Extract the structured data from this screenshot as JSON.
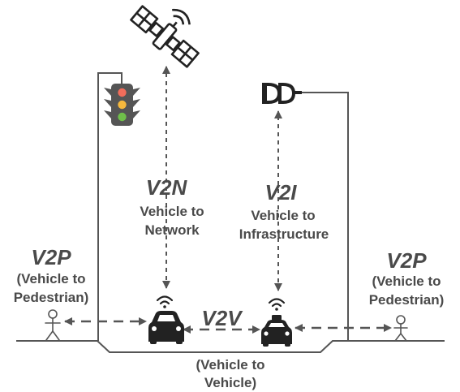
{
  "links": {
    "v2n": {
      "abbr": "V2N",
      "line1": "Vehicle to",
      "line2": "Network"
    },
    "v2i": {
      "abbr": "V2I",
      "line1": "Vehicle to",
      "line2": "Infrastructure"
    },
    "v2p_left": {
      "abbr": "V2P",
      "line1": "(Vehicle to",
      "line2": "Pedestrian)"
    },
    "v2p_right": {
      "abbr": "V2P",
      "line1": "(Vehicle to",
      "line2": "Pedestrian)"
    },
    "v2v": {
      "abbr": "V2V",
      "line1": "(Vehicle to",
      "line2": "Vehicle)"
    }
  },
  "icons": [
    "satellite-icon",
    "traffic-light-icon",
    "roadside-unit-icon",
    "car-icon",
    "taxi-icon",
    "wifi-icon",
    "pedestrian-icon"
  ],
  "colors": {
    "ink": "#4a4a4a",
    "line": "#555555",
    "light_red": "#f26d5b",
    "light_amber": "#f5b83d",
    "light_green": "#6fbf4a",
    "housing": "#555555"
  }
}
